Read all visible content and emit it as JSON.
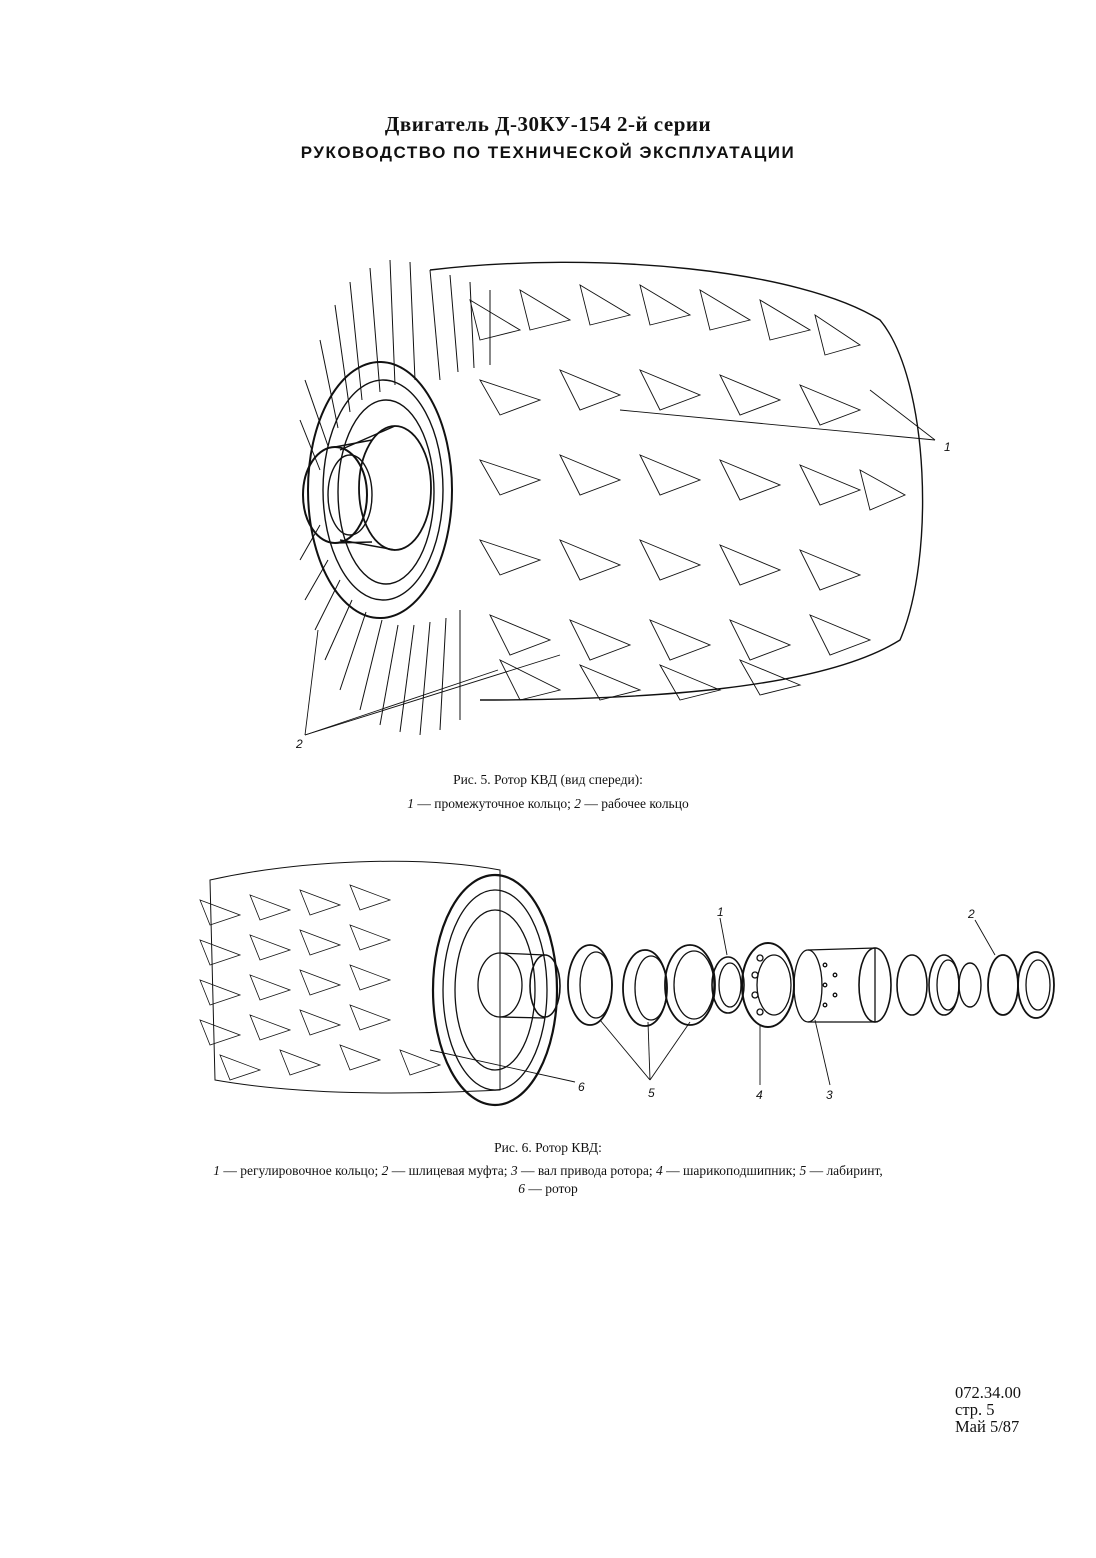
{
  "header": {
    "title": "Двигатель Д-30КУ-154 2-й серии",
    "subtitle": "РУКОВОДСТВО ПО ТЕХНИЧЕСКОЙ ЭКСПЛУАТАЦИИ"
  },
  "figure5": {
    "caption": "Рис. 5. Ротор КВД (вид спереди):",
    "legend_1_num": "1",
    "legend_1_text": " — промежуточное кольцо; ",
    "legend_2_num": "2",
    "legend_2_text": " — рабочее кольцо",
    "callout_1": "1",
    "callout_2": "2"
  },
  "figure6": {
    "caption": "Рис. 6. Ротор КВД:",
    "legend_line1": {
      "n1": "1",
      "t1": " — регулировочное кольцо; ",
      "n2": "2",
      "t2": " — шлицевая муфта; ",
      "n3": "3",
      "t3": " — вал привода ротора; ",
      "n4": "4",
      "t4": " — шарикоподшипник; ",
      "n5": "5",
      "t5": " — лабиринт,"
    },
    "legend_line2": {
      "n6": "6",
      "t6": " — ротор"
    },
    "callouts": {
      "c1": "1",
      "c2": "2",
      "c3": "3",
      "c4": "4",
      "c5": "5",
      "c6": "6"
    }
  },
  "footer": {
    "doc_number": "072.34.00",
    "page": "стр. 5",
    "date": "Май 5/87"
  }
}
